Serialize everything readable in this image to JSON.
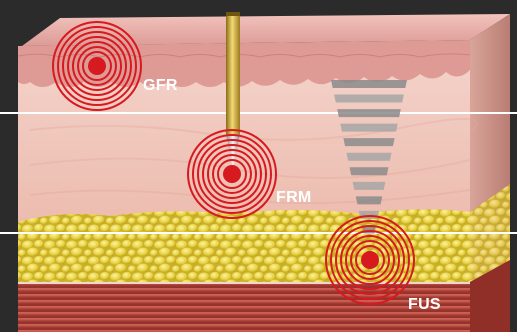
{
  "labels": {
    "gfr": "GFR",
    "frm": "FRM",
    "fus": "FUS"
  },
  "colors": {
    "background": "#2b2b2b",
    "epidermis": "#e8a3a0",
    "dermis": "#f0c8bd",
    "fat": "#e6d24a",
    "muscle": "#b7473c",
    "ring": "#d71920",
    "needle": "#d8b43a",
    "divider": "#ffffff"
  },
  "icons": {
    "needle": "needle-probe-icon",
    "ultrasound": "ultrasound-cone-icon",
    "target": "concentric-rings-icon"
  }
}
